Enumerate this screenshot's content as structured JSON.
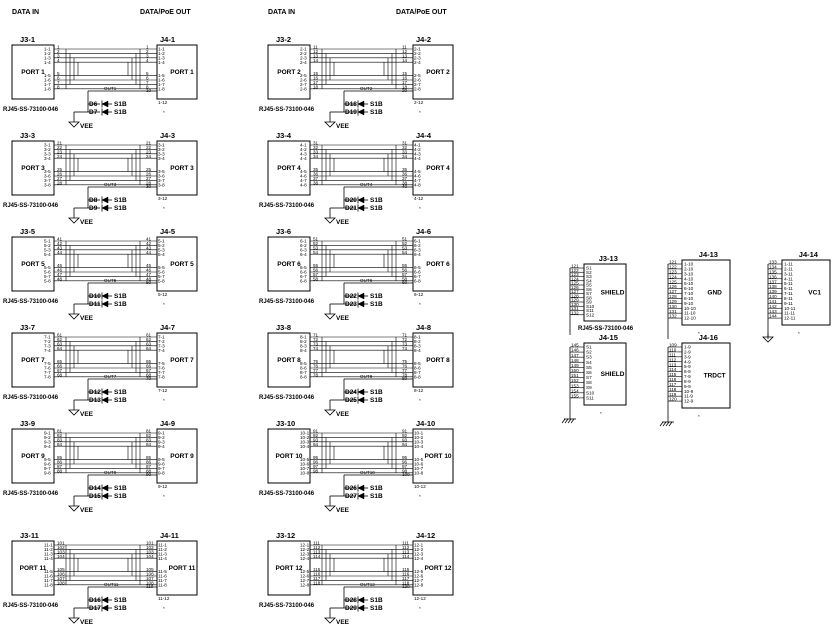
{
  "headers": {
    "data_in": "DATA IN",
    "data_out": "DATA/PoE OUT"
  },
  "part_number": "RJ45-SS-73100-046",
  "vee": "VEE",
  "diode_value": "S1B",
  "ports": [
    {
      "j3": "J3-1",
      "j4": "J4-1",
      "port": "PORT 1",
      "in_pins": [
        "1-1",
        "1-2",
        "1-3",
        "1-4",
        "1-5",
        "1-6",
        "1-7",
        "1-8"
      ],
      "in_nets": [
        "1",
        "2",
        "3",
        "4",
        "5",
        "6",
        "7",
        "8"
      ],
      "out_pins": [
        "1-1",
        "1-2",
        "1-3",
        "1-4",
        "1-5",
        "1-6",
        "1-7",
        "1-8"
      ],
      "out_nets": [
        "1",
        "2",
        "3",
        "4",
        "5",
        "6",
        "7",
        "8"
      ],
      "out_label": "OUT1",
      "out_net": "10",
      "bottom_pin": "1-12",
      "d1": "D6",
      "d2": "D7"
    },
    {
      "j3": "J3-2",
      "j4": "J4-2",
      "port": "PORT 2",
      "in_pins": [
        "2-1",
        "2-2",
        "2-3",
        "2-4",
        "2-5",
        "2-6",
        "2-7",
        "2-8"
      ],
      "in_nets": [
        "11",
        "12",
        "13",
        "14",
        "15",
        "16",
        "17",
        "18"
      ],
      "out_pins": [
        "2-1",
        "2-2",
        "2-3",
        "2-4",
        "2-5",
        "2-6",
        "2-7",
        "2-8"
      ],
      "out_nets": [
        "11",
        "12",
        "13",
        "14",
        "15",
        "16",
        "17",
        "18"
      ],
      "out_label": "OUT2",
      "out_net": "20",
      "bottom_pin": "2-12",
      "d1": "D18",
      "d2": "D19"
    },
    {
      "j3": "J3-3",
      "j4": "J4-3",
      "port": "PORT 3",
      "in_pins": [
        "3-1",
        "3-2",
        "3-3",
        "3-4",
        "3-5",
        "3-6",
        "3-7",
        "3-8"
      ],
      "in_nets": [
        "21",
        "22",
        "23",
        "24",
        "25",
        "26",
        "27",
        "28"
      ],
      "out_pins": [
        "3-1",
        "3-2",
        "3-3",
        "3-4",
        "3-5",
        "3-6",
        "3-7",
        "3-8"
      ],
      "out_nets": [
        "21",
        "22",
        "23",
        "24",
        "25",
        "26",
        "27",
        "28"
      ],
      "out_label": "OUT3",
      "out_net": "30",
      "bottom_pin": "3-12",
      "d1": "D8",
      "d2": "D9"
    },
    {
      "j3": "J3-4",
      "j4": "J4-4",
      "port": "PORT 4",
      "in_pins": [
        "4-1",
        "4-2",
        "4-3",
        "4-4",
        "4-5",
        "4-6",
        "4-7",
        "4-8"
      ],
      "in_nets": [
        "31",
        "32",
        "33",
        "34",
        "35",
        "36",
        "37",
        "38"
      ],
      "out_pins": [
        "4-1",
        "4-2",
        "4-3",
        "4-4",
        "4-5",
        "4-6",
        "4-7",
        "4-8"
      ],
      "out_nets": [
        "31",
        "32",
        "33",
        "34",
        "35",
        "36",
        "37",
        "38"
      ],
      "out_label": "OUT4",
      "out_net": "40",
      "bottom_pin": "4-12",
      "d1": "D20",
      "d2": "D21"
    },
    {
      "j3": "J3-5",
      "j4": "J4-5",
      "port": "PORT 5",
      "in_pins": [
        "5-1",
        "5-2",
        "5-3",
        "5-4",
        "5-5",
        "5-6",
        "5-7",
        "5-8"
      ],
      "in_nets": [
        "41",
        "42",
        "43",
        "44",
        "45",
        "46",
        "47",
        "48"
      ],
      "out_pins": [
        "5-1",
        "5-2",
        "5-3",
        "5-4",
        "5-5",
        "5-6",
        "5-7",
        "5-8"
      ],
      "out_nets": [
        "41",
        "42",
        "43",
        "44",
        "45",
        "46",
        "47",
        "48"
      ],
      "out_label": "OUT5",
      "out_net": "50",
      "bottom_pin": "5-12",
      "d1": "D10",
      "d2": "D11"
    },
    {
      "j3": "J3-6",
      "j4": "J4-6",
      "port": "PORT 6",
      "in_pins": [
        "6-1",
        "6-2",
        "6-3",
        "6-4",
        "6-5",
        "6-6",
        "6-7",
        "6-8"
      ],
      "in_nets": [
        "51",
        "52",
        "53",
        "54",
        "55",
        "56",
        "57",
        "58"
      ],
      "out_pins": [
        "6-1",
        "6-2",
        "6-3",
        "6-4",
        "6-5",
        "6-6",
        "6-7",
        "6-8"
      ],
      "out_nets": [
        "51",
        "52",
        "53",
        "54",
        "55",
        "56",
        "57",
        "58"
      ],
      "out_label": "OUT6",
      "out_net": "60",
      "bottom_pin": "6-12",
      "d1": "D22",
      "d2": "D23"
    },
    {
      "j3": "J3-7",
      "j4": "J4-7",
      "port": "PORT 7",
      "in_pins": [
        "7-1",
        "7-2",
        "7-3",
        "7-4",
        "7-5",
        "7-6",
        "7-7",
        "7-8"
      ],
      "in_nets": [
        "61",
        "62",
        "63",
        "64",
        "65",
        "66",
        "67",
        "68"
      ],
      "out_pins": [
        "7-1",
        "7-2",
        "7-3",
        "7-4",
        "7-5",
        "7-6",
        "7-7",
        "7-8"
      ],
      "out_nets": [
        "61",
        "62",
        "63",
        "64",
        "65",
        "66",
        "67",
        "68"
      ],
      "out_label": "OUT7",
      "out_net": "70",
      "bottom_pin": "7-12",
      "d1": "D12",
      "d2": "D13"
    },
    {
      "j3": "J3-8",
      "j4": "J4-8",
      "port": "PORT 8",
      "in_pins": [
        "8-1",
        "8-2",
        "8-3",
        "8-4",
        "8-5",
        "8-6",
        "8-7",
        "8-8"
      ],
      "in_nets": [
        "71",
        "72",
        "73",
        "74",
        "75",
        "76",
        "77",
        "78"
      ],
      "out_pins": [
        "8-1",
        "8-2",
        "8-3",
        "8-4",
        "8-5",
        "8-6",
        "8-7",
        "8-8"
      ],
      "out_nets": [
        "71",
        "72",
        "73",
        "74",
        "75",
        "76",
        "77",
        "78"
      ],
      "out_label": "OUT8",
      "out_net": "80",
      "bottom_pin": "8-12",
      "d1": "D24",
      "d2": "D25"
    },
    {
      "j3": "J3-9",
      "j4": "J4-9",
      "port": "PORT 9",
      "in_pins": [
        "9-1",
        "9-2",
        "9-3",
        "9-4",
        "9-5",
        "9-6",
        "9-7",
        "9-8"
      ],
      "in_nets": [
        "81",
        "82",
        "83",
        "84",
        "85",
        "86",
        "87",
        "88"
      ],
      "out_pins": [
        "9-1",
        "9-2",
        "9-3",
        "9-4",
        "9-5",
        "9-6",
        "9-7",
        "9-8"
      ],
      "out_nets": [
        "81",
        "82",
        "83",
        "84",
        "85",
        "86",
        "87",
        "88"
      ],
      "out_label": "OUT9",
      "out_net": "90",
      "bottom_pin": "9-12",
      "d1": "D14",
      "d2": "D15"
    },
    {
      "j3": "J3-10",
      "j4": "J4-10",
      "port": "PORT 10",
      "in_pins": [
        "10-1",
        "10-2",
        "10-3",
        "10-4",
        "10-5",
        "10-6",
        "10-7",
        "10-8"
      ],
      "in_nets": [
        "91",
        "92",
        "93",
        "94",
        "95",
        "96",
        "97",
        "98"
      ],
      "out_pins": [
        "10-1",
        "10-2",
        "10-3",
        "10-4",
        "10-5",
        "10-6",
        "10-7",
        "10-8"
      ],
      "out_nets": [
        "91",
        "92",
        "93",
        "94",
        "95",
        "96",
        "97",
        "98"
      ],
      "out_label": "OUT10",
      "out_net": "100",
      "bottom_pin": "10-12",
      "d1": "D26",
      "d2": "D27"
    },
    {
      "j3": "J3-11",
      "j4": "J4-11",
      "port": "PORT 11",
      "in_pins": [
        "11-1",
        "11-2",
        "11-3",
        "11-4",
        "11-5",
        "11-6",
        "11-7",
        "11-8"
      ],
      "in_nets": [
        "101",
        "102",
        "103",
        "104",
        "105",
        "106",
        "107",
        "108"
      ],
      "out_pins": [
        "11-1",
        "11-2",
        "11-3",
        "11-4",
        "11-5",
        "11-6",
        "11-7",
        "11-8"
      ],
      "out_nets": [
        "101",
        "102",
        "103",
        "104",
        "105",
        "106",
        "107",
        "108"
      ],
      "out_label": "OUT11",
      "out_net": "110",
      "bottom_pin": "11-12",
      "d1": "D16",
      "d2": "D17"
    },
    {
      "j3": "J3-12",
      "j4": "J4-12",
      "port": "PORT 12",
      "in_pins": [
        "12-1",
        "12-2",
        "12-3",
        "12-4",
        "12-5",
        "12-6",
        "12-7",
        "12-8"
      ],
      "in_nets": [
        "111",
        "112",
        "113",
        "114",
        "115",
        "116",
        "117",
        "118"
      ],
      "out_pins": [
        "12-1",
        "12-2",
        "12-3",
        "12-4",
        "12-5",
        "12-6",
        "12-7",
        "12-8"
      ],
      "out_nets": [
        "111",
        "112",
        "113",
        "114",
        "115",
        "116",
        "117",
        "118"
      ],
      "out_label": "OUT12",
      "out_net": "120",
      "bottom_pin": "12-12",
      "d1": "D28",
      "d2": "D29"
    }
  ],
  "blocks": [
    {
      "ref": "J3-13",
      "label": "SHIELD",
      "part": "RJ45-SS-73100-046",
      "pins": [
        "S1",
        "S2",
        "S3",
        "S4",
        "S5",
        "S6",
        "S7",
        "S8",
        "S9",
        "S10",
        "S11",
        "S12"
      ],
      "nets": [
        "121",
        "122",
        "123",
        "124",
        "125",
        "126",
        "127",
        "128",
        "129",
        "130",
        "131",
        "132"
      ]
    },
    {
      "ref": "J4-15",
      "label": "SHIELD",
      "part": "",
      "pins": [
        "S1",
        "S2",
        "S3",
        "S4",
        "S5",
        "S6",
        "S7",
        "S8",
        "S9",
        "S10",
        "S11"
      ],
      "nets": [
        "145",
        "146",
        "147",
        "148",
        "149",
        "150",
        "151",
        "152",
        "153",
        "154",
        "155"
      ]
    },
    {
      "ref": "J4-13",
      "label": "GND",
      "part": "",
      "pins": [
        "1-10",
        "2-10",
        "3-10",
        "4-10",
        "5-10",
        "6-10",
        "7-10",
        "8-10",
        "9-10",
        "10-10",
        "11-10",
        "12-10"
      ],
      "nets": [
        "121",
        "122",
        "123",
        "124",
        "125",
        "126",
        "127",
        "128",
        "129",
        "130",
        "131",
        "132"
      ]
    },
    {
      "ref": "J4-16",
      "label": "TRDCT",
      "part": "",
      "pins": [
        "1-9",
        "2-9",
        "3-9",
        "4-9",
        "5-9",
        "6-9",
        "7-9",
        "8-9",
        "9-9",
        "10-9",
        "11-9",
        "12-9"
      ],
      "nets": [
        "109",
        "110",
        "111",
        "112",
        "113",
        "114",
        "115",
        "116",
        "117",
        "118",
        "119",
        "120"
      ]
    },
    {
      "ref": "J4-14",
      "label": "VC1",
      "part": "",
      "pins": [
        "1-11",
        "2-11",
        "3-11",
        "4-11",
        "5-11",
        "6-11",
        "7-11",
        "8-11",
        "9-11",
        "10-11",
        "11-11",
        "12-11"
      ],
      "nets": [
        "133",
        "134",
        "135",
        "136",
        "137",
        "138",
        "139",
        "140",
        "141",
        "142",
        "143",
        "144"
      ]
    }
  ],
  "asterisk": "*"
}
